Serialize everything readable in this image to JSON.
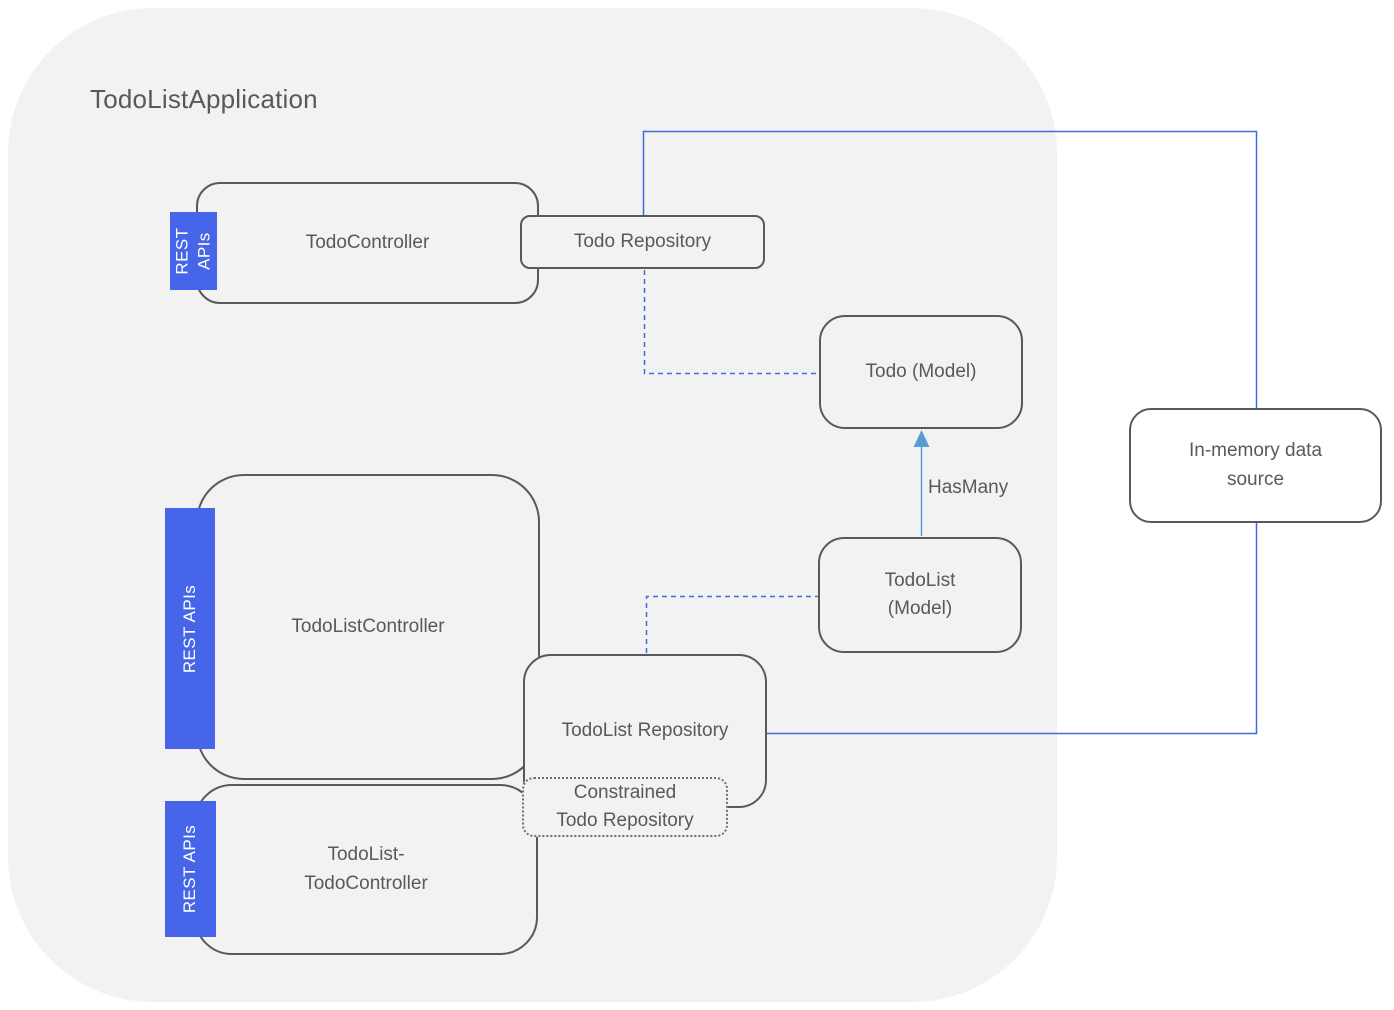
{
  "diagram": {
    "title": "TodoListApplication",
    "badge": {
      "two_line": {
        "line1": "REST",
        "line2": "APIs"
      },
      "single_line": "REST APIs"
    },
    "nodes": {
      "todo_controller": {
        "label": "TodoController"
      },
      "todo_repository": {
        "label": "Todo Repository"
      },
      "todo_model": {
        "label": "Todo (Model)"
      },
      "in_memory_data_source": {
        "line1": "In-memory data",
        "line2": "source"
      },
      "todolist_controller": {
        "label": "TodoListController"
      },
      "todolist_model": {
        "line1": "TodoList",
        "line2": "(Model)"
      },
      "todolist_repository": {
        "label": "TodoList Repository"
      },
      "constrained_todo_repository": {
        "line1": "Constrained",
        "line2": "Todo Repository"
      },
      "todolist_todo_controller": {
        "line1": "TodoList-",
        "line2": "TodoController"
      }
    },
    "edges": {
      "has_many_label": "HasMany"
    },
    "colors": {
      "badge_blue": "#4665E8",
      "connector_blue": "#4169E1",
      "arrow_blue": "#5B9BD5",
      "node_border_gray": "#595959",
      "text_gray": "#595959",
      "container_gray": "#F2F2F2"
    }
  }
}
